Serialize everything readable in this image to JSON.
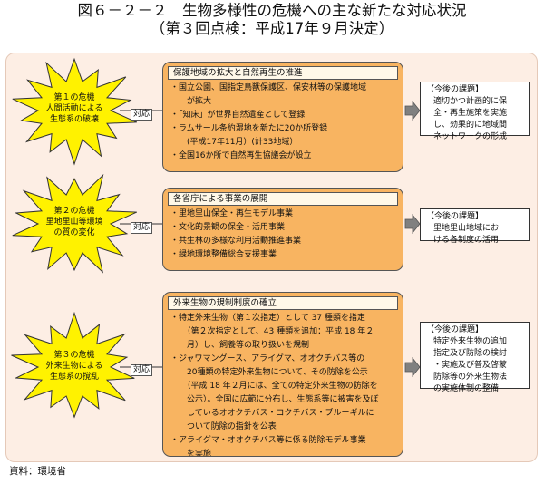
{
  "title": {
    "line1": "図６－２－２　生物多様性の危機への主な新たな対応状況",
    "line2": "（第３回点検：平成17年９月決定）"
  },
  "rows": [
    {
      "crisis": [
        "第１の危機",
        "人間活動による",
        "生態系の破壊"
      ],
      "connector": "対応",
      "head": "保護地域の拡大と自然再生の推進",
      "items": [
        [
          "・国立公園、国指定鳥獣保護区、保安林等の保護地域",
          "　が拡大"
        ],
        [
          "・「知床」が世界自然遺産として登録"
        ],
        [
          "・ラムサール条約湿地を新たに20か所登録",
          "　(平成17年11月）(計33地域）"
        ],
        [
          "・全国16か所で自然再生協議会が設立"
        ]
      ],
      "future": {
        "head": "【今後の課題】",
        "body": [
          "適切かつ計画的に保",
          "全・再生施策を実施",
          "し、効果的に地域間",
          "ネットワークの形成"
        ]
      }
    },
    {
      "crisis": [
        "第２の危機",
        "里地里山等環境",
        "の質の変化"
      ],
      "connector": "対応",
      "head": "各省庁による事業の展開",
      "items": [
        [
          "・里地里山保全・再生モデル事業"
        ],
        [
          "・文化的景観の保全・活用事業"
        ],
        [
          "・共生林の多様な利用活動推進事業"
        ],
        [
          "・緑地環境整備総合支援事業"
        ]
      ],
      "future": {
        "head": "【今後の課題】",
        "body": [
          "里地里山地域にお",
          "ける各制度の活用"
        ]
      }
    },
    {
      "crisis": [
        "第３の危機",
        "外来生物による",
        "生態系の撹乱"
      ],
      "connector": "対応",
      "head": "外来生物の規制制度の確立",
      "items": [
        [
          "・特定外来生物（第１次指定）として 37 種類を指定",
          "　（第２次指定として、43 種類を追加：平成 18 年２",
          "　月）し、飼養等の取り扱いを規制"
        ],
        [
          "・ジャワマングース、アライグマ、オオクチバス等の",
          "　20種類の特定外来生物について、その防除を公示",
          "　（平成 18 年２月には、全ての特定外来生物の防除を",
          "　公示）。全国に広範に分布し、生態系等に被害を及ぼ",
          "　しているオオクチバス・コクチバス・ブルーギルに",
          "　ついて防除の指針を公表"
        ],
        [
          "・アライグマ・オオクチバス等に係る防除モデル事業",
          "　を実施"
        ]
      ],
      "future": {
        "head": "【今後の課題】",
        "body": [
          "特定外来生物の追加",
          "指定及び防除の検討",
          "・実施及び普及啓蒙",
          "防除等の外来生物法",
          "の実施体制の整備"
        ]
      }
    }
  ],
  "source": "資料：環境省",
  "colors": {
    "frame_bg": "#fdeee4",
    "star_fill": "#fff200",
    "box_fill": "#f8b461",
    "arrow_fill": "#808080"
  }
}
